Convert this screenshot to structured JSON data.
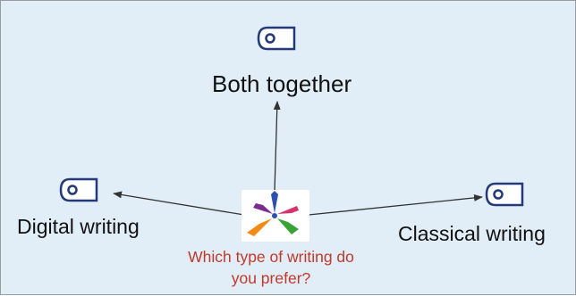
{
  "question": {
    "line1": "Which type of writing do",
    "line2": "you prefer?",
    "color": "#c0392b"
  },
  "options": {
    "top": {
      "label": "Both together",
      "icon": "radio-option-icon"
    },
    "left": {
      "label": "Digital writing",
      "icon": "radio-option-icon"
    },
    "right": {
      "label": "Classical writing",
      "icon": "radio-option-icon"
    }
  },
  "colors": {
    "background": "#e1eef8",
    "icon_stroke": "#243a78",
    "arrow": "#333333"
  }
}
